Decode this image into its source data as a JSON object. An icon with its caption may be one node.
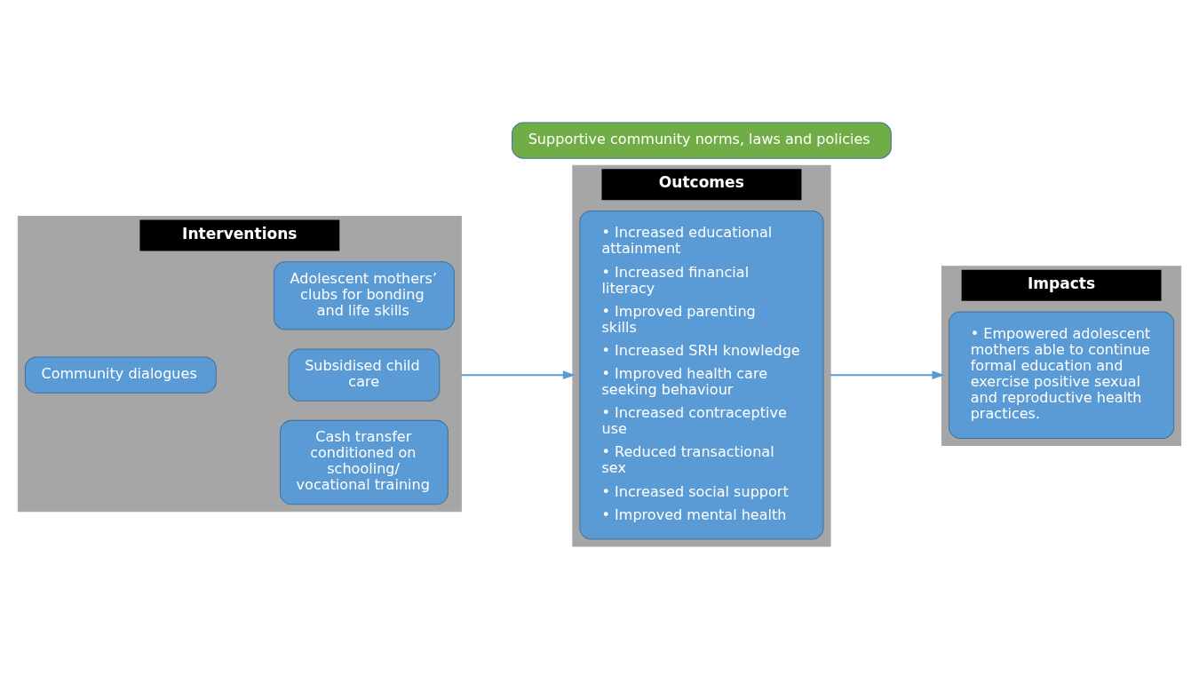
{
  "diagram": {
    "nodes": [
      {
        "text": [
          "Interventions"
        ]
      },
      {
        "text": [
          "Community dialogues"
        ],
        "in": 0
      },
      {
        "text": [
          "Cash transfer conditioned on schooling/ vocational training"
        ],
        "in": 0
      },
      {
        "text": [
          "Subsidised child care"
        ],
        "in": 0
      },
      {
        "text": [
          "Adolescent mothers’ clubs for bonding and life skills"
        ],
        "in": 0
      },
      {
        "text": [
          "Outcomes"
        ]
      },
      {
        "text": [
          "• Increased educational attainment",
          "• Increased financial literacy",
          "• Improved parenting skills",
          "• Increased SRH knowledge",
          "• Improved health care seeking behaviour",
          "• Increased contraceptive use",
          "• Reduced transactional sex",
          "• Increased social support",
          "• Improved mental health"
        ],
        "in": 5
      },
      {
        "text": [
          "Impacts"
        ]
      },
      {
        "text": [
          "• Empowered adolescent mothers able to continue formal education and exercise positive sexual and reproductive health practices."
        ],
        "in": 7
      },
      {
        "text": [
          "Supportive community norms, laws and policies"
        ]
      }
    ],
    "edges": [
      {
        "from": 0,
        "to": 5,
        "arrow": "to"
      },
      {
        "from": 5,
        "to": 7,
        "arrow": "to"
      }
    ]
  }
}
